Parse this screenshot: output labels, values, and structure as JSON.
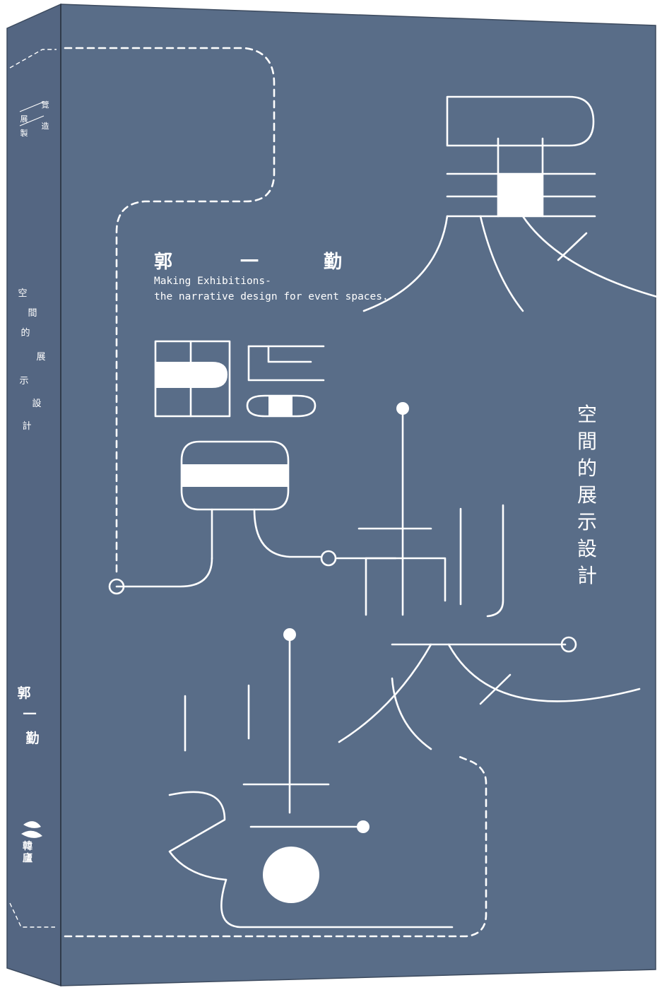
{
  "book": {
    "title_glyphs": "展覽製造",
    "author": [
      "郭",
      "一",
      "勤"
    ],
    "english_subtitle": [
      "Making Exhibitions-",
      "the narrative design for event spaces."
    ],
    "chinese_subtitle": "空間的展示設計",
    "spine": {
      "title_chars": [
        "展",
        "覽",
        "製",
        "造"
      ],
      "subtitle_chars": [
        "空",
        "間",
        "的",
        "展",
        "示",
        "設",
        "計"
      ],
      "author_chars": [
        "郭",
        "一",
        "勤"
      ],
      "publisher_mark": "韓廬"
    },
    "colors": {
      "cover": "#596d88",
      "spine": "#546682",
      "ink": "#ffffff"
    }
  }
}
